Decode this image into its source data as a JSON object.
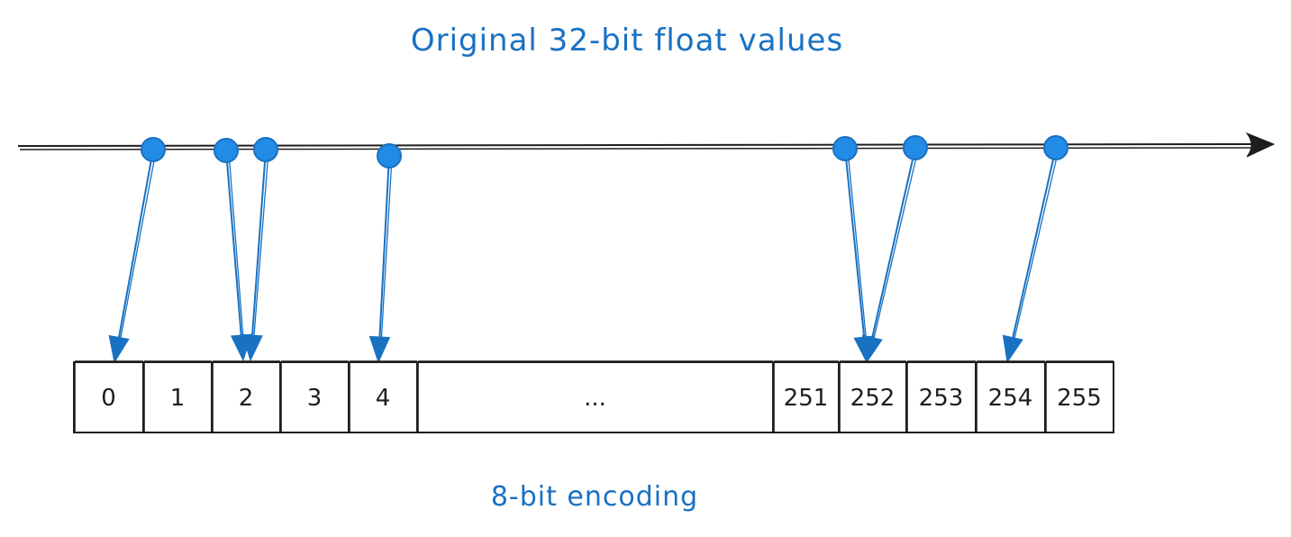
{
  "diagram": {
    "title": "Original 32-bit float values",
    "caption": "8-bit encoding"
  },
  "encoding_cells": [
    {
      "label": "0"
    },
    {
      "label": "1"
    },
    {
      "label": "2"
    },
    {
      "label": "3"
    },
    {
      "label": "4"
    },
    {
      "label": "..."
    },
    {
      "label": "251"
    },
    {
      "label": "252"
    },
    {
      "label": "253"
    },
    {
      "label": "254"
    },
    {
      "label": "255"
    }
  ],
  "mappings": [
    {
      "to": "0"
    },
    {
      "to": "2"
    },
    {
      "to": "2"
    },
    {
      "to": "4"
    },
    {
      "to": "252"
    },
    {
      "to": "252"
    },
    {
      "to": "254"
    }
  ],
  "colors": {
    "accent": "#1971c2",
    "dot_fill": "#228be6",
    "ink": "#1e1e1e"
  }
}
